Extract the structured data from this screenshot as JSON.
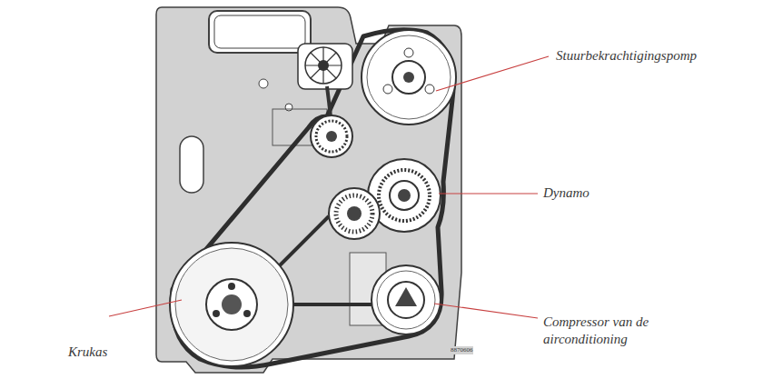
{
  "diagram": {
    "labels": [
      "Stuurbekrachtigingspomp",
      "Dynamo",
      "Compressor van de airconditioning",
      "Krukas",
      "8870606"
    ]
  }
}
